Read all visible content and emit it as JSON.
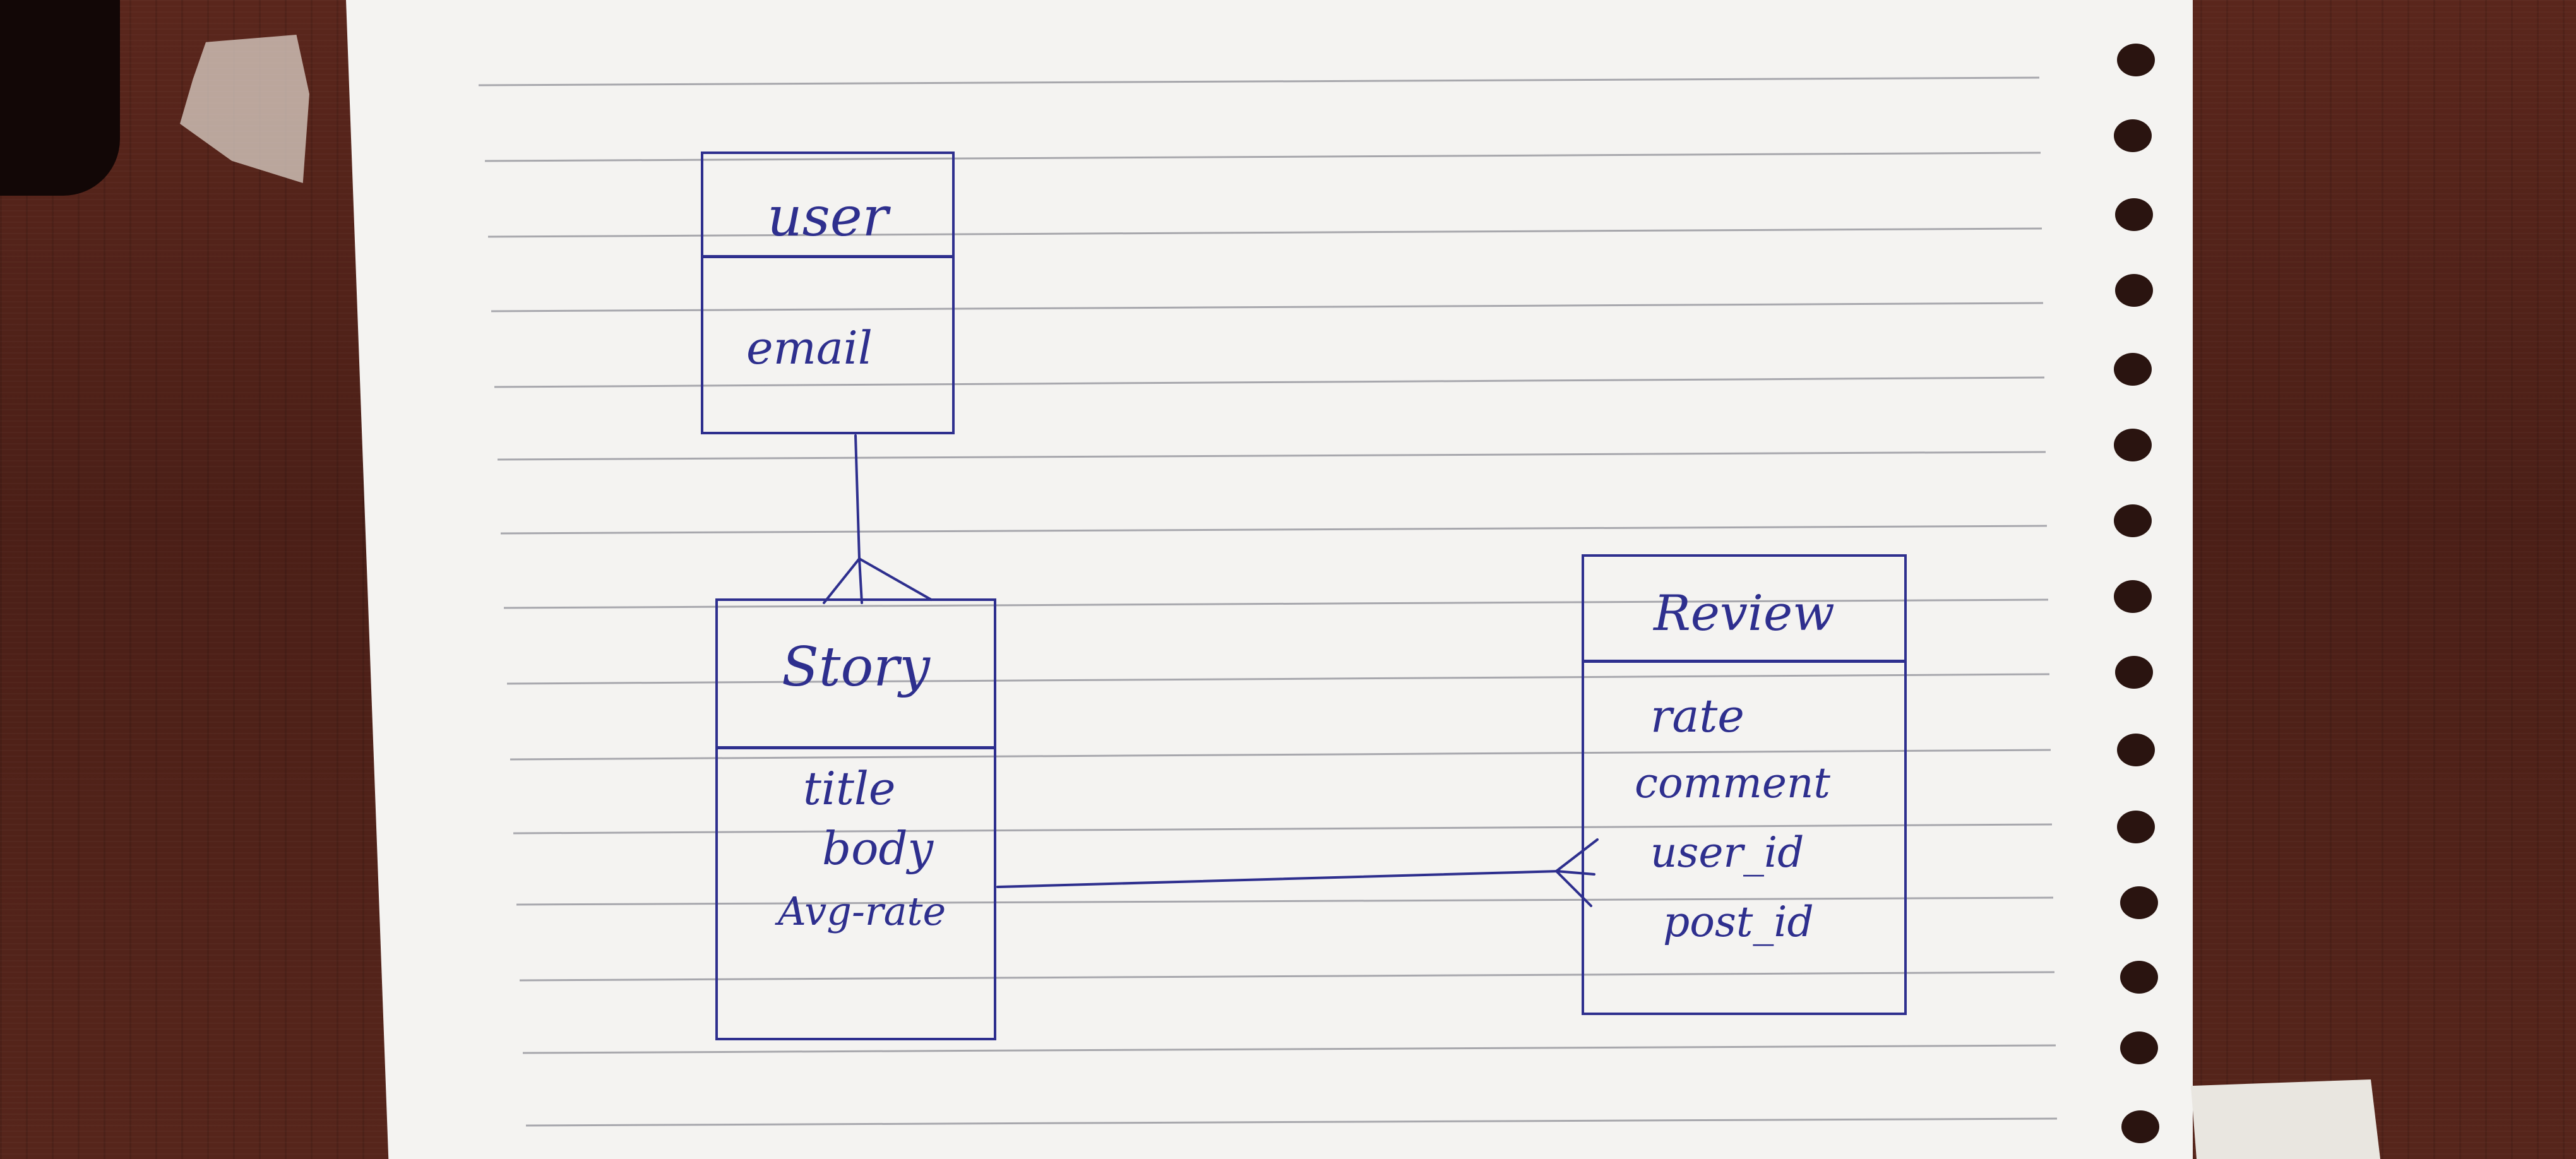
{
  "entities": {
    "user": {
      "name": "user",
      "attributes": [
        "email"
      ]
    },
    "story": {
      "name": "Story",
      "attributes": [
        "title",
        "body",
        "Avg-rate"
      ]
    },
    "review": {
      "name": "Review",
      "attributes": [
        "rate",
        "comment",
        "user_id",
        "post_id"
      ]
    }
  },
  "relationships": [
    {
      "from": "user",
      "to": "story",
      "cardinality": "one-to-many"
    },
    {
      "from": "story",
      "to": "review",
      "cardinality": "one-to-many"
    }
  ],
  "colors": {
    "ink": "#2e2f8e",
    "paper": "#f4f3f1",
    "rule": "#8e8e96",
    "desk": "#4b1f17"
  }
}
